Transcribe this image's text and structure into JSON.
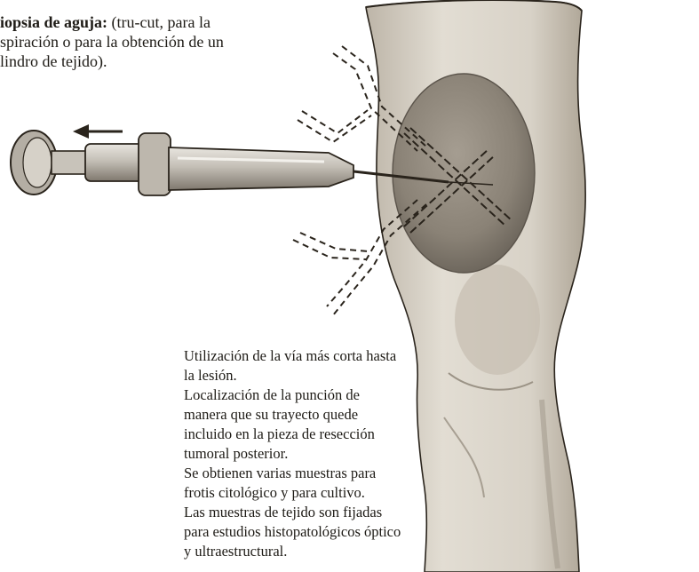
{
  "caption": {
    "bold_label": "iopsia de aguja:",
    "line1_rest": "(tru-cut, para la",
    "line2": "spiración o para la obtención de un",
    "line3": "lindro de tejido)."
  },
  "notes": [
    "Utilización de la vía más corta hasta la lesión.",
    "Localización de la punción de manera que su trayecto quede incluido en la pieza de resección tumoral posterior.",
    "Se obtienen varias muestras para frotis citológico y para cultivo.",
    "Las muestras de tejido son fijadas para estudios histopatológicos óptico y ultraestructural."
  ],
  "illustration": {
    "subject": "knee-with-tumor",
    "instrument": "biopsy-syringe",
    "arrow_direction": "left",
    "colors": {
      "ink": "#2a241c",
      "skin": "#dcd6cb",
      "shadow": "#b9b1a4",
      "tumor": "#8d857a",
      "metal": "#c9c4bb"
    }
  }
}
